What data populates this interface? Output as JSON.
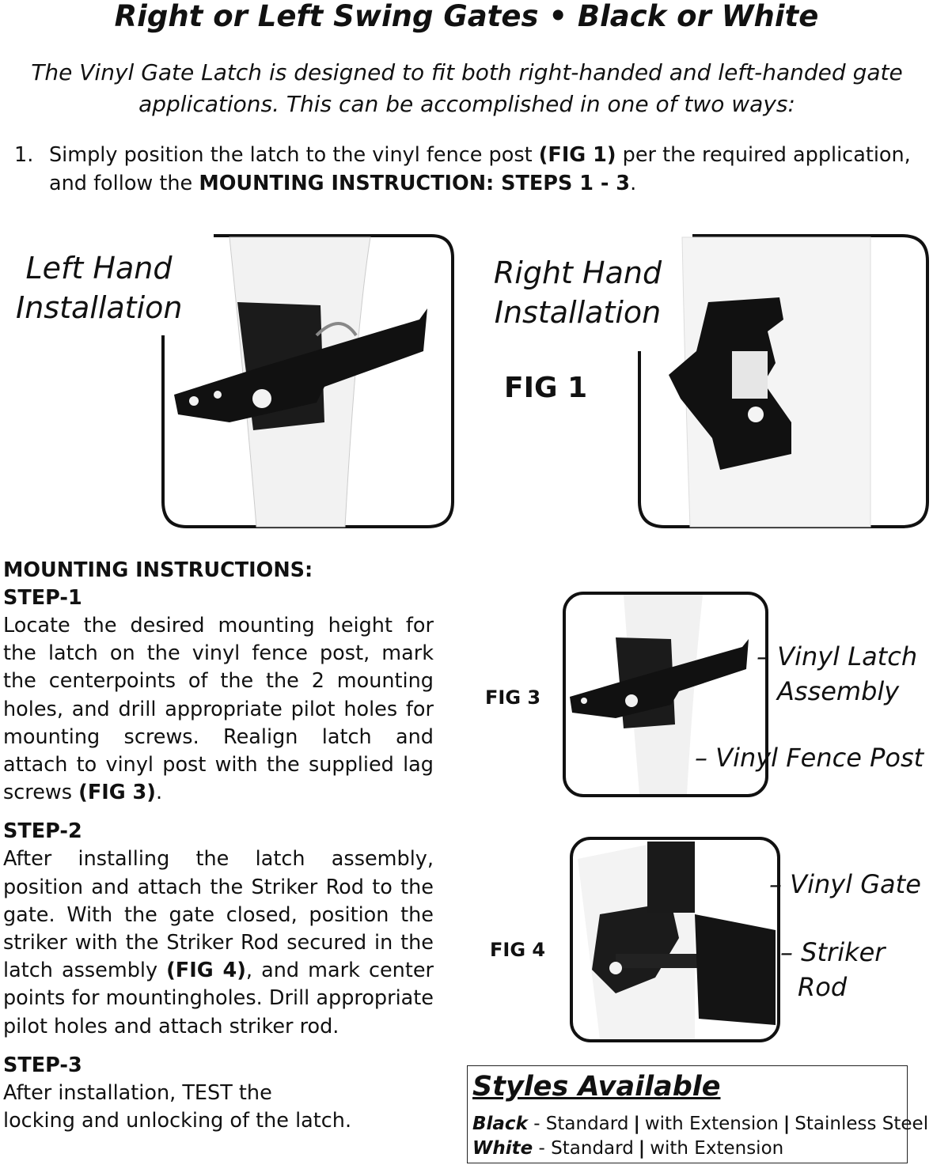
{
  "title": "Right or Left Swing Gates  •  Black or White",
  "intro": "The Vinyl Gate Latch is designed to fit both right-handed and left-handed gate applications. This can be accomplished in one of two ways:",
  "list": {
    "number": "1.",
    "text_a": "Simply position the latch to the vinyl fence post ",
    "ref": "(FIG 1)",
    "text_b": " per the required application, and follow the ",
    "ref2": "MOUNTING INSTRUCTION: STEPS 1 - 3",
    "text_c": "."
  },
  "fig1": {
    "left_label_1": "Left Hand",
    "left_label_2": "Installation",
    "right_label_1": "Right Hand",
    "right_label_2": "Installation",
    "caption": "FIG 1"
  },
  "instructions": {
    "heading": "MOUNTING INSTRUCTIONS:",
    "step1_title": "STEP-1",
    "step1_text": "Locate the desired mounting height for the latch on the  vinyl fence post, mark the centerpoints of the the 2 mounting holes, and drill appropriate pilot holes for mounting screws. Realign latch and attach to vinyl post with the supplied lag screws ",
    "step1_ref": "(FIG 3)",
    "step1_end": ".",
    "step2_title": "STEP-2",
    "step2_text_a": "After installing the latch assembly, position and attach the Striker Rod to the gate. With the gate closed, position the striker with the Striker Rod secured in the latch assembly ",
    "step2_ref": "(FIG 4)",
    "step2_text_b": ", and mark center points for mountingholes. Drill appropriate pilot holes and attach striker rod.",
    "step3_title": "STEP-3",
    "step3_line1": "After installation, TEST the",
    "step3_line2": "locking and unlocking of the latch."
  },
  "fig3": {
    "caption": "FIG 3",
    "callout1_a": "Vinyl Latch",
    "callout1_b": "Assembly",
    "callout2": "Vinyl Fence Post"
  },
  "fig4": {
    "caption": "FIG 4",
    "callout1": "Vinyl Gate",
    "callout2_a": "Striker",
    "callout2_b": "Rod"
  },
  "styles": {
    "title": "Styles Available",
    "row1_color": "Black",
    "row1_items": [
      "- Standard",
      "with Extension",
      "Stainless Steel"
    ],
    "row2_color": "White",
    "row2_items": [
      "- Standard",
      "with Extension"
    ]
  }
}
